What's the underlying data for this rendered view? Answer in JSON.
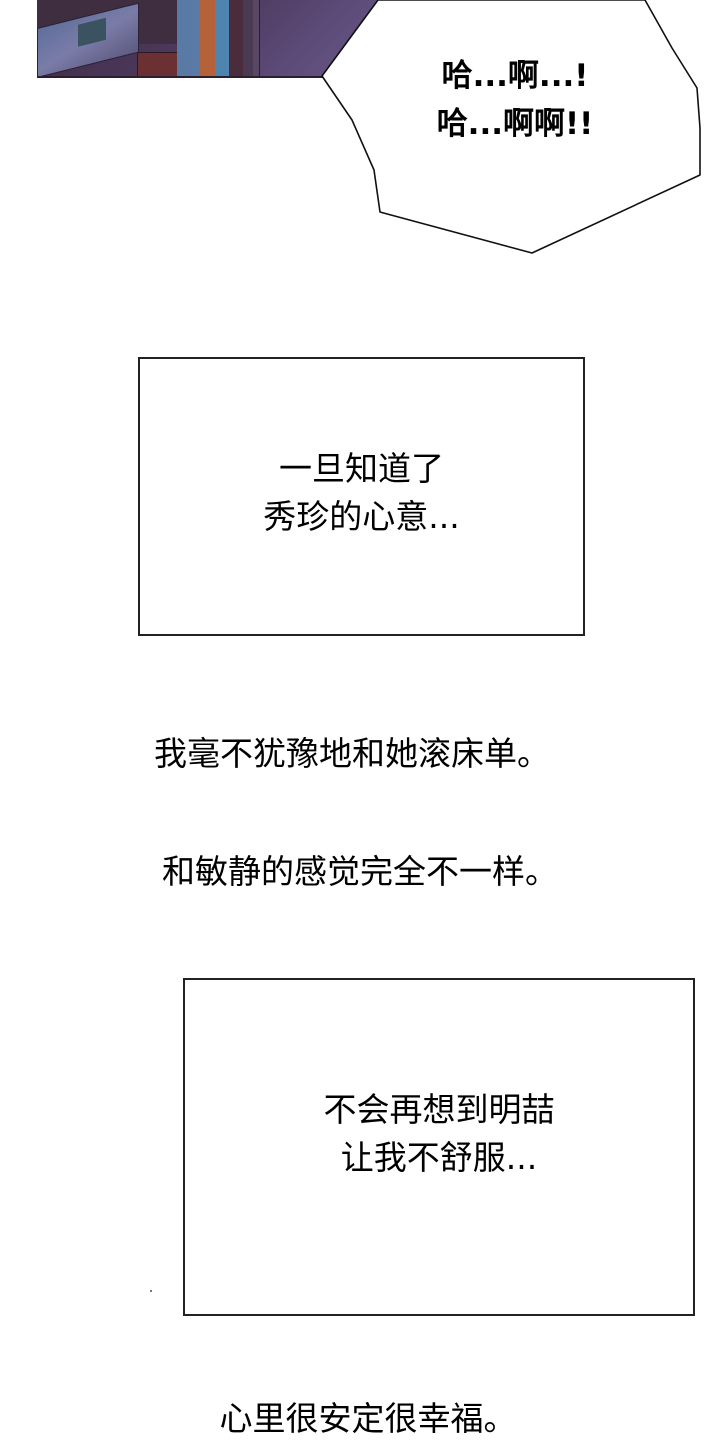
{
  "panels": {
    "top_art": {
      "description": "dark purple room scene with shelf, books and boxes",
      "colors": {
        "background": "#4a3657",
        "border": "#2a1e30"
      }
    },
    "speech_bubble": {
      "lines": [
        "哈...啊...!",
        "哈...啊啊!!"
      ]
    },
    "caption_box_1": {
      "lines": [
        "一旦知道了",
        "秀珍的心意..."
      ]
    },
    "narration_1": "我毫不犹豫地和她滚床单。",
    "narration_2": "和敏静的感觉完全不一样。",
    "caption_box_2": {
      "lines": [
        "不会再想到明喆",
        "让我不舒服..."
      ]
    },
    "narration_3": "心里很安定很幸福。"
  }
}
